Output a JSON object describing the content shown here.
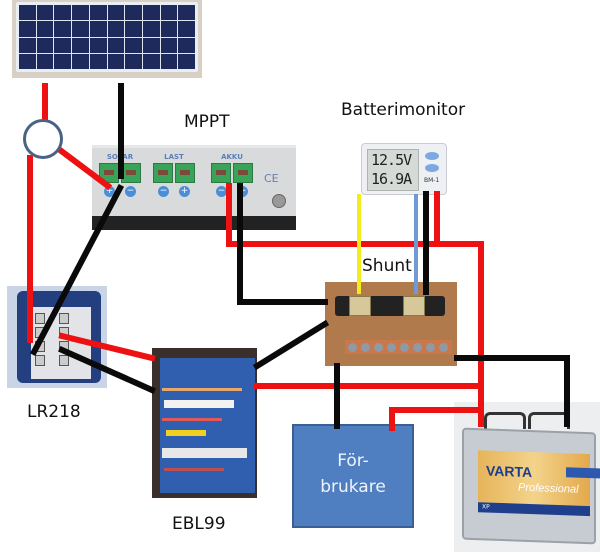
{
  "title": "Solar charging wiring diagram",
  "components": {
    "solar_panel": {
      "name": "Solar panel"
    },
    "current_sensor": {
      "name": "Inline sensor ring"
    },
    "mppt": {
      "label": "MPPT",
      "terminals": [
        {
          "title": "SOLAR",
          "signs": [
            "+",
            "−"
          ]
        },
        {
          "title": "LAST",
          "signs": [
            "−",
            "+"
          ]
        },
        {
          "title": "AKKU",
          "signs": [
            "−",
            "+"
          ]
        }
      ],
      "ce_mark": "CE"
    },
    "battery_monitor": {
      "label": "Batterimonitor",
      "voltage_display": "12.5V",
      "current_display": "16.9A",
      "model": "BM-1"
    },
    "shunt": {
      "label": "Shunt"
    },
    "lr218": {
      "label": "LR218"
    },
    "ebl99": {
      "label": "EBL99"
    },
    "load": {
      "label_line1": "För-",
      "label_line2": "brukare"
    },
    "battery": {
      "brand": "VARTA",
      "line": "Professional",
      "model": "XP"
    }
  },
  "wire_colors": {
    "positive": "#ee1111",
    "negative": "#0a0a0a",
    "sense_yellow": "#f2ec1a",
    "sense_blue": "#6f9ad6",
    "load_box": "#4f7fc0"
  }
}
